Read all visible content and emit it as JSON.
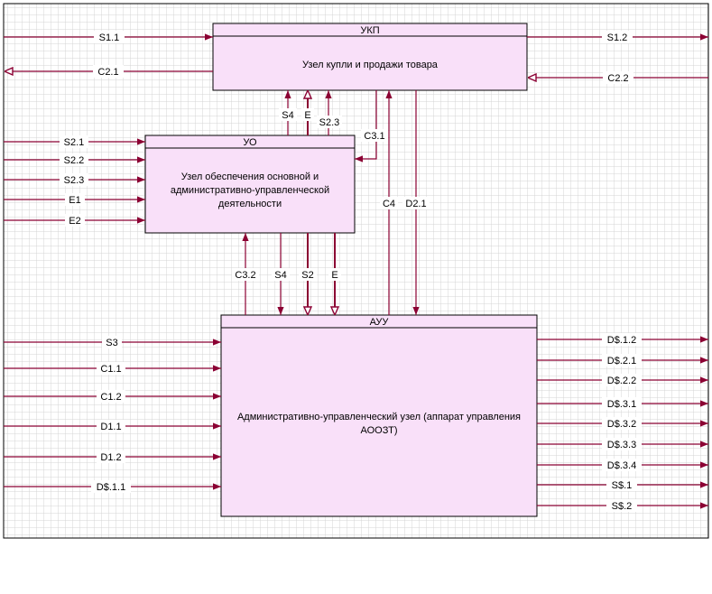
{
  "colors": {
    "arrow": "#8b0033",
    "box_fill": "#f9e0f9",
    "box_border": "#000000",
    "grid": "#d0d0d0"
  },
  "boxes": {
    "ukp": {
      "code": "УКП",
      "title": "Узел купли и продажи товара"
    },
    "uo": {
      "code": "УО",
      "title": "Узел обеспечения основной и административно-управленческой деятельности"
    },
    "auu": {
      "code": "АУУ",
      "title": "Административно-управленческий узел (аппарат управления АООЗТ)"
    }
  },
  "arrows": {
    "s1_1": "S1.1",
    "c2_1": "C2.1",
    "s1_2": "S1.2",
    "c2_2": "C2.2",
    "s4_a": "S4",
    "e_a": "E",
    "s2_3_a": "S2.3",
    "c3_1": "C3.1",
    "s2_1": "S2.1",
    "s2_2": "S2.2",
    "s2_3_b": "S2.3",
    "e1": "E1",
    "e2": "E2",
    "c4": "C4",
    "d2_1": "D2.1",
    "c3_2": "C3.2",
    "s4_b": "S4",
    "s2": "S2",
    "e_b": "E",
    "s3": "S3",
    "c1_1": "C1.1",
    "c1_2": "C1.2",
    "d1_1": "D1.1",
    "d1_2": "D1.2",
    "ds1_1": "D$.1.1",
    "ds1_2": "D$.1.2",
    "ds2_1": "D$.2.1",
    "ds2_2": "D$.2.2",
    "ds3_1": "D$.3.1",
    "ds3_2": "D$.3.2",
    "ds3_3": "D$.3.3",
    "ds3_4": "D$.3.4",
    "ss_1": "S$.1",
    "ss_2": "S$.2"
  }
}
